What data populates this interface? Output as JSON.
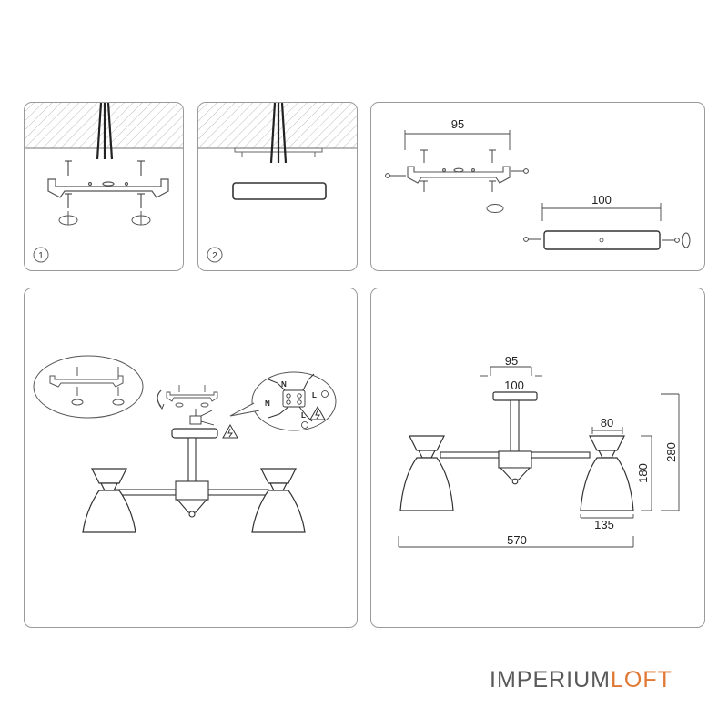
{
  "panels": {
    "step1": {
      "step_number": "1"
    },
    "step2": {
      "step_number": "2"
    },
    "bracket_dims": {
      "bracket_width": "95",
      "canopy_width": "100"
    },
    "wiring": {
      "wire_n_1": "N",
      "wire_l_1": "L",
      "wire_n_2": "N",
      "wire_l_2": "L"
    },
    "dimensions": {
      "bracket_width": "95",
      "canopy_width": "100",
      "shade_top_diameter": "80",
      "shade_height": "180",
      "total_height": "280",
      "shade_bottom_diameter": "135",
      "total_width": "570"
    }
  },
  "brand": {
    "part1": "IMPERIUM",
    "part2": "LOFT"
  },
  "colors": {
    "brand_gray": "#5a5a5a",
    "brand_orange": "#e07836",
    "panel_border": "#9a9a9a"
  }
}
